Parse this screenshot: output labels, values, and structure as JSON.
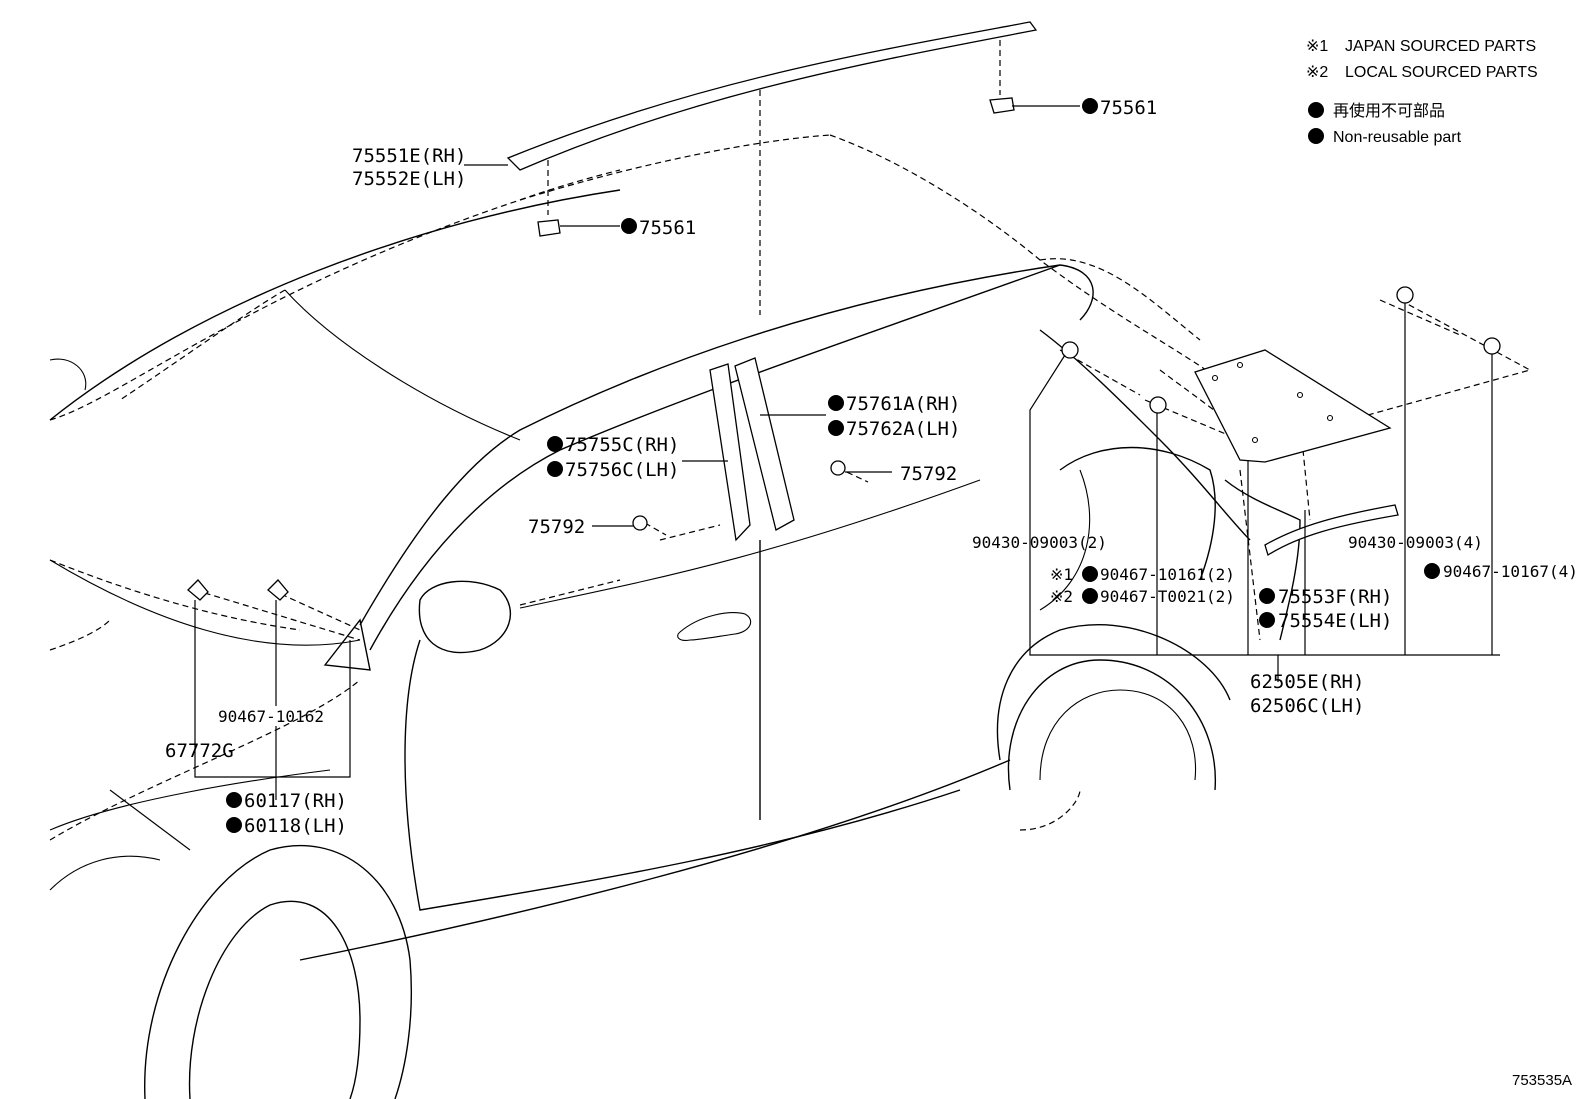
{
  "legend": {
    "note1_mark": "※1",
    "note1_text": "JAPAN SOURCED PARTS",
    "note2_mark": "※2",
    "note2_text": "LOCAL SOURCED PARTS",
    "nonreuse_jp": "再使用不可部品",
    "nonreuse_en": "Non-reusable part"
  },
  "parts": {
    "p75551E": "75551E(RH)",
    "p75552E": "75552E(LH)",
    "p75561_top": "75561",
    "p75561_mid": "75561",
    "p75761A": "75761A(RH)",
    "p75762A": "75762A(LH)",
    "p75755C": "75755C(RH)",
    "p75756C": "75756C(LH)",
    "p75792_right": "75792",
    "p75792_left": "75792",
    "p90430_a": "90430-09003(2)",
    "p90430_b": "90430-09003(4)",
    "p90467_10161": "90467-10161(2)",
    "p90467_T0021": "90467-T0021(2)",
    "p90467_10167": "90467-10167(4)",
    "p75553F": "75553F(RH)",
    "p75554E": "75554E(LH)",
    "p62505E": "62505E(RH)",
    "p62506C": "62506C(LH)",
    "p90467_10162": "90467-10162",
    "p67772G": "67772G",
    "p60117": "60117(RH)",
    "p60118": "60118(LH)",
    "mark1": "※1",
    "mark2": "※2"
  },
  "diagram_code": "753535A"
}
